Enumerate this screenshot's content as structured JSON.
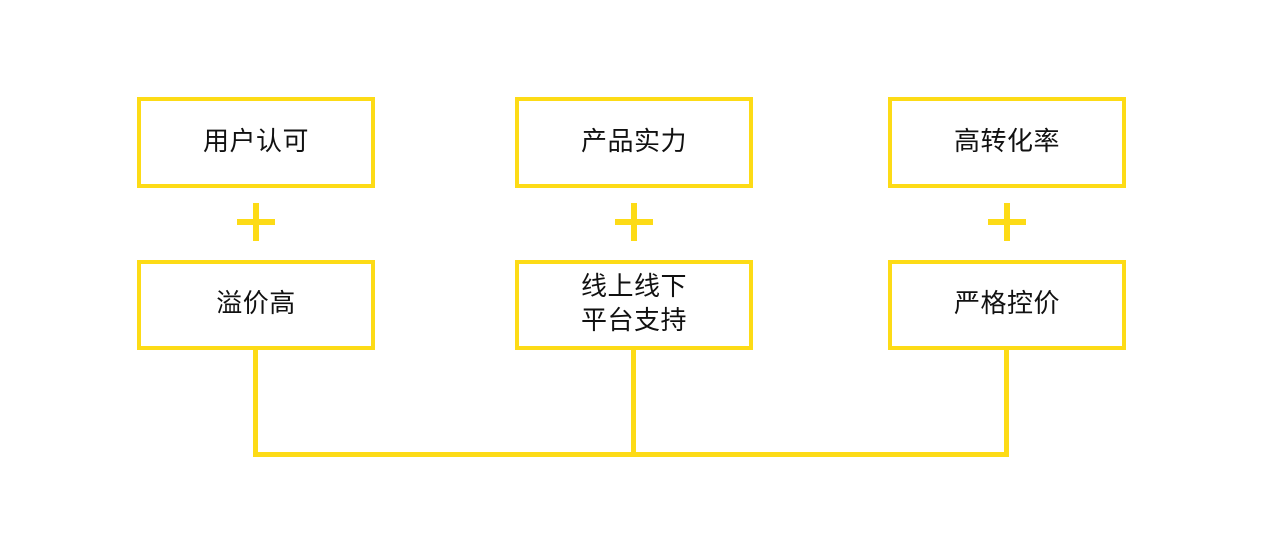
{
  "theme": {
    "accent_color": "#FDDB16",
    "text_color": "#111111",
    "background_color": "#FFFFFF"
  },
  "diagram": {
    "type": "grouped-factor-merge",
    "columns": [
      {
        "top_node": "用户认可",
        "operator": "+",
        "bottom_node": "溢价高"
      },
      {
        "top_node": "产品实力",
        "operator": "+",
        "bottom_node": "线上线下\n平台支持"
      },
      {
        "top_node": "高转化率",
        "operator": "+",
        "bottom_node": "严格控价"
      }
    ]
  }
}
